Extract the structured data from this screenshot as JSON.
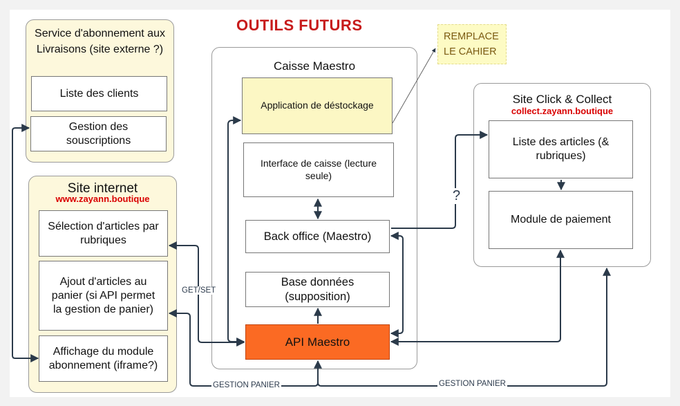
{
  "title": "OUTILS FUTURS",
  "note": "REMPLACE LE CAHIER",
  "groups": {
    "abonnement": {
      "title": "Service d'abonnement aux Livraisons (site externe ?)",
      "items": [
        "Liste des clients",
        "Gestion des souscriptions"
      ]
    },
    "site_internet": {
      "title": "Site internet",
      "url": "www.zayann.boutique",
      "items": [
        "Sélection d'articles par rubriques",
        "Ajout d'articles au panier (si API permet la gestion de panier)",
        "Affichage du module abonnement (iframe?)"
      ]
    },
    "caisse": {
      "title": "Caisse Maestro",
      "items": [
        "Application de déstockage",
        "Interface de caisse (lecture seule)",
        "Back office (Maestro)",
        "Base données (supposition)"
      ]
    },
    "api": {
      "label": "API Maestro"
    },
    "click_collect": {
      "title": "Site Click & Collect",
      "url": "collect.zayann.boutique",
      "items": [
        "Liste des articles (& rubriques)",
        "Module de paiement"
      ]
    }
  },
  "edge_labels": {
    "get_set": "GET/SET",
    "question": "?",
    "gestion_panier_left": "GESTION PANIER",
    "gestion_panier_right": "GESTION PANIER"
  },
  "colors": {
    "api_fill": "#fb6a23",
    "destockage_fill": "#fcf7c4",
    "group_fill": "#fdf8dc",
    "title_red": "#d90000",
    "arrow": "#2b3a4a"
  }
}
